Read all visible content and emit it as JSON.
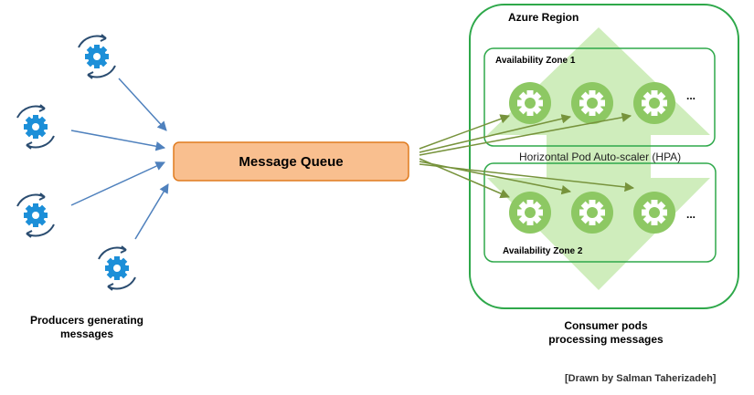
{
  "queue": {
    "label": "Message Queue"
  },
  "region": {
    "label": "Azure Region"
  },
  "zones": [
    {
      "label": "Availability Zone 1",
      "more": "..."
    },
    {
      "label": "Availability Zone 2",
      "more": "..."
    }
  ],
  "hpa": {
    "label": "Horizontal Pod Auto-scaler (HPA)"
  },
  "producers": {
    "label": "Producers generating messages"
  },
  "consumers": {
    "label": "Consumer pods processing messages"
  },
  "credit": {
    "label": "[Drawn by Salman Taherizadeh]"
  },
  "colors": {
    "queue_fill": "#f9bf8f",
    "queue_stroke": "#e07b1f",
    "region_stroke": "#2ea84a",
    "hpa_arrow": "#c7eab0",
    "pod_fill": "#8dc863",
    "producer_arrow": "#4f81bd",
    "consumer_arrow": "#77933c",
    "gear_blue": "#1c8fd8"
  },
  "icons": [
    "gear-cycle-icon",
    "gear-icon"
  ]
}
